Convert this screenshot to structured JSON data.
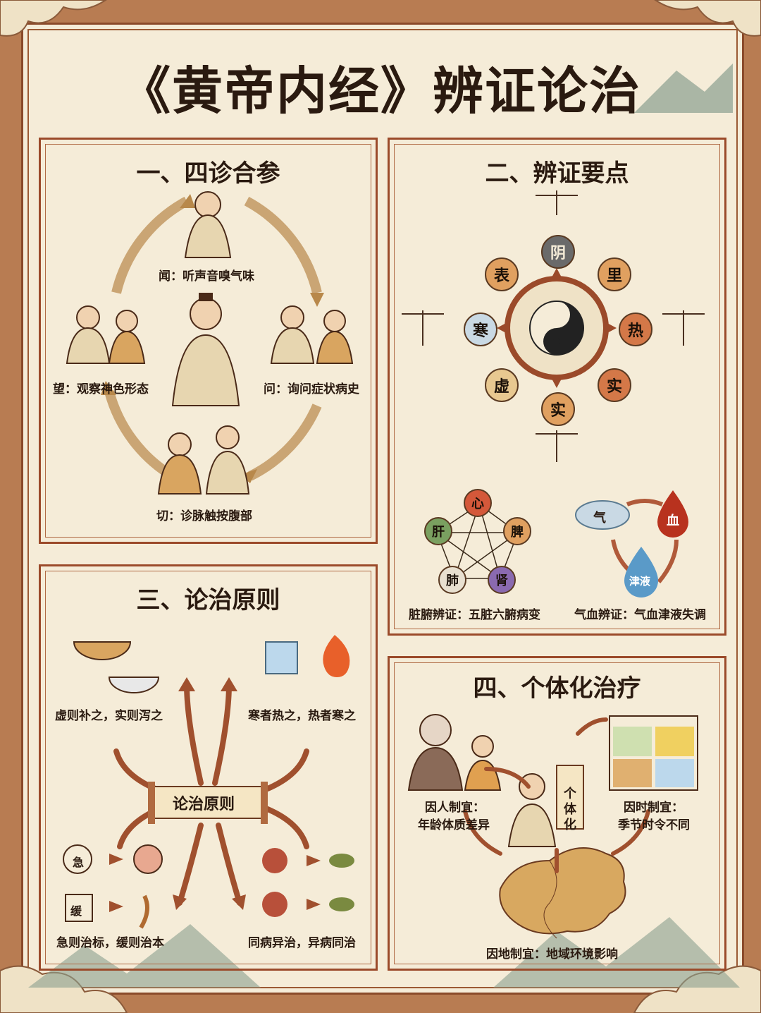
{
  "title": "《黄帝内经》辨证论治",
  "colors": {
    "accent": "#9b4a2a",
    "paper": "#f5ecd8",
    "frame": "#b87c52"
  },
  "section1": {
    "title": "一、四诊合参",
    "wen_listen": "闻：听声音嗅气味",
    "wang": "望：观察神色形态",
    "wen_ask": "问：询问症状病史",
    "qie": "切：诊脉触按腹部"
  },
  "section2": {
    "title": "二、辨证要点",
    "eight": [
      "阴",
      "里",
      "热",
      "实",
      "实",
      "虚",
      "寒",
      "表"
    ],
    "organs": [
      "心",
      "脾",
      "肾",
      "肺",
      "肝"
    ],
    "qixue": [
      "气",
      "血",
      "津液"
    ],
    "organ_caption": "脏腑辨证：五脏六腑病变",
    "qixue_caption": "气血辨证：气血津液失调"
  },
  "section3": {
    "title": "三、论治原则",
    "center": "论治原则",
    "tl": "虚则补之，实则泻之",
    "tr": "寒者热之，热者寒之",
    "bl": "急则治标，缓则治本",
    "br": "同病异治，异病同治",
    "ji": "急",
    "huan": "缓"
  },
  "section4": {
    "title": "四、个体化治疗",
    "center": "个体化",
    "person1": "因人制宜：",
    "person2": "年龄体质差异",
    "time1": "因时制宜：",
    "time2": "季节时令不同",
    "place": "因地制宜：地域环境影响"
  }
}
